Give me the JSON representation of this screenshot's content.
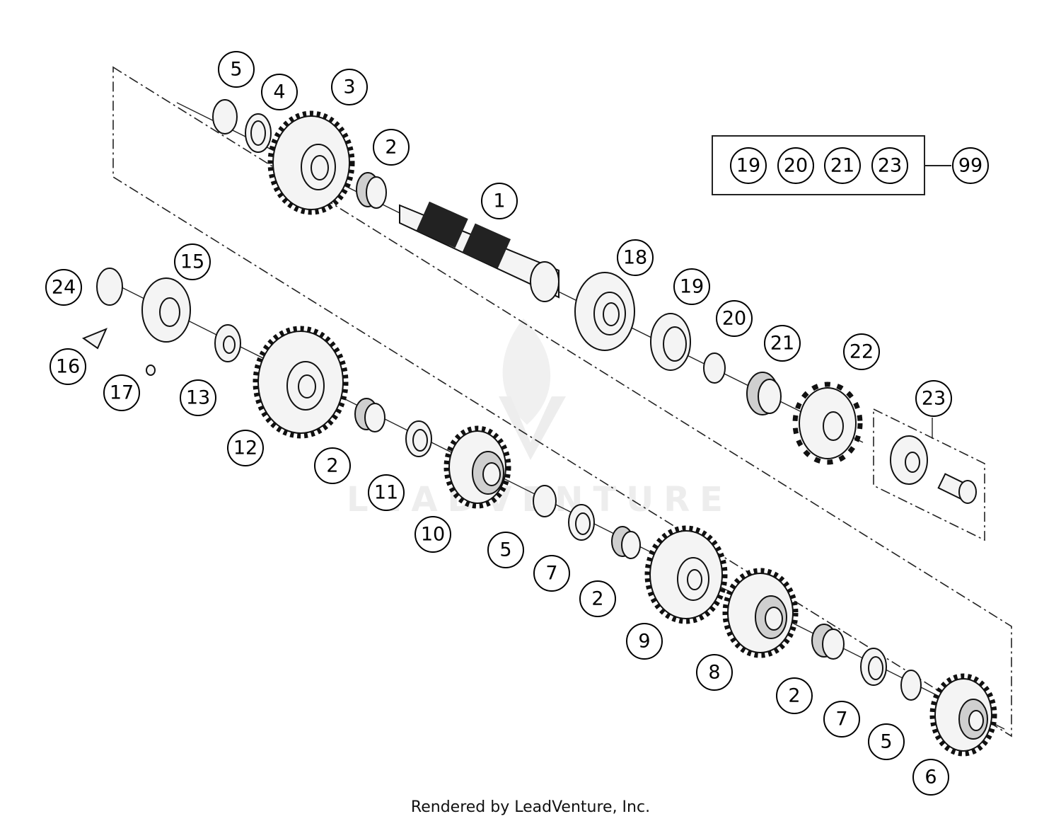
{
  "callouts": [
    {
      "label": "5"
    },
    {
      "label": "4"
    },
    {
      "label": "3"
    },
    {
      "label": "2"
    },
    {
      "label": "1"
    },
    {
      "label": "18"
    },
    {
      "label": "19"
    },
    {
      "label": "20"
    },
    {
      "label": "21"
    },
    {
      "label": "22"
    },
    {
      "label": "23"
    },
    {
      "label": "15"
    },
    {
      "label": "24"
    },
    {
      "label": "16"
    },
    {
      "label": "17"
    },
    {
      "label": "13"
    },
    {
      "label": "12"
    },
    {
      "label": "2"
    },
    {
      "label": "11"
    },
    {
      "label": "10"
    },
    {
      "label": "5"
    },
    {
      "label": "7"
    },
    {
      "label": "2"
    },
    {
      "label": "9"
    },
    {
      "label": "8"
    },
    {
      "label": "2"
    },
    {
      "label": "7"
    },
    {
      "label": "5"
    },
    {
      "label": "6"
    }
  ],
  "kit": {
    "items": [
      "19",
      "20",
      "21",
      "23"
    ],
    "kit_number": "99"
  },
  "watermark": "LEADVENTURE",
  "footer": "Rendered by LeadVenture, Inc."
}
